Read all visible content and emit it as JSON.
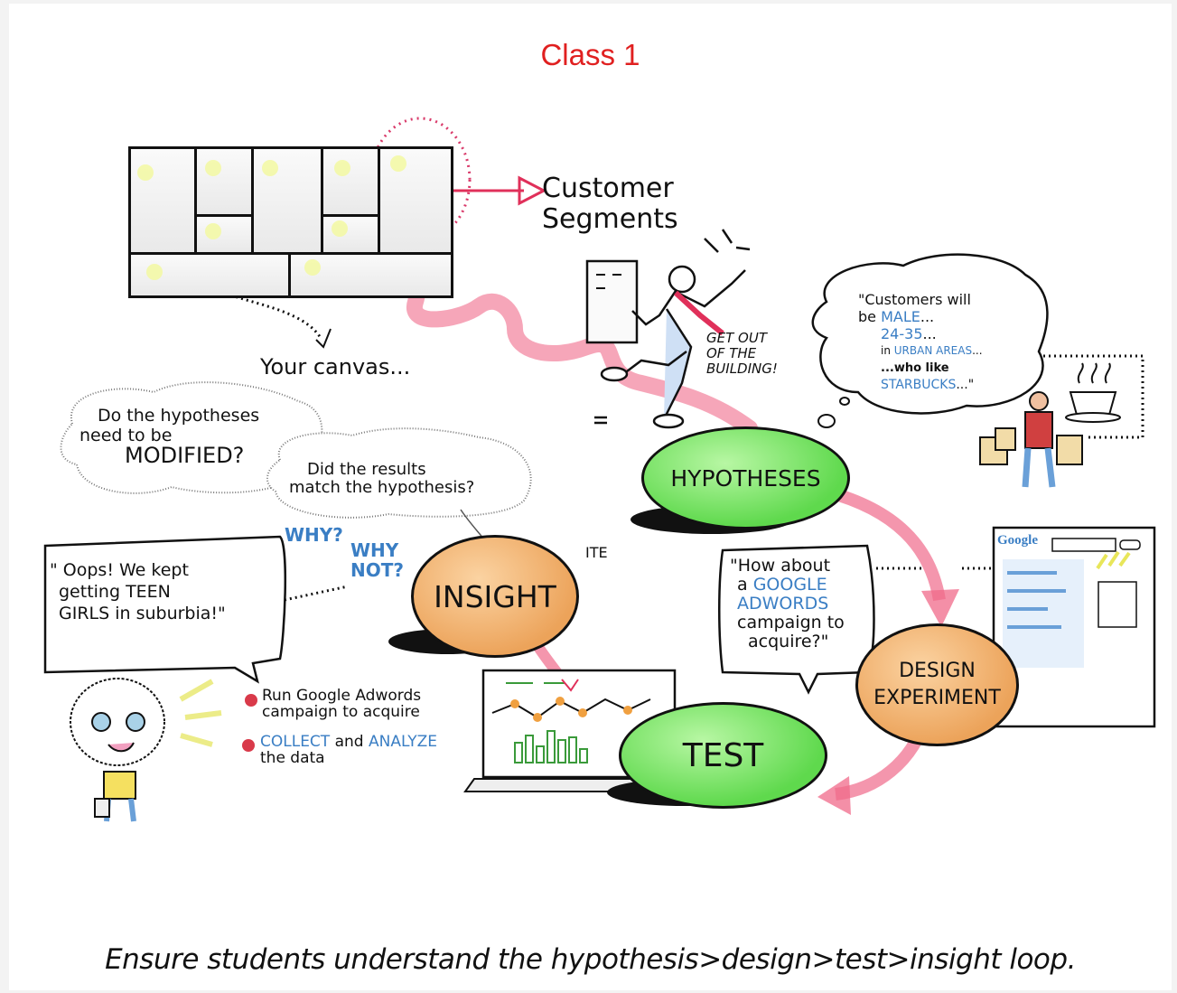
{
  "slide": {
    "title": "Class 1",
    "caption": "Ensure students understand the hypothesis>design>test>insight loop."
  },
  "canvas_label": "Your canvas...",
  "customer_segments": [
    "Customer",
    "Segments"
  ],
  "get_out": [
    "GET OUT",
    "OF THE",
    "BUILDING!"
  ],
  "customers_quote": {
    "l1": "\"Customers will",
    "l2_pre": "be ",
    "l2_blue": "MALE",
    "l2_post": "...",
    "l3_blue": "24-35",
    "l3_post": "...",
    "l4_pre": "in ",
    "l4_blue": "URBAN AREAS",
    "l4_post": "...",
    "l5": "...who like",
    "l6_blue": "STARBUCKS",
    "l6_post": "...\""
  },
  "loop": {
    "hypotheses": "HYPOTHESES",
    "design": [
      "DESIGN",
      "EXPERIMENT"
    ],
    "test": "TEST",
    "insight": "INSIGHT"
  },
  "bubbles": {
    "modified": [
      "Do the hypotheses",
      "need to be",
      "MODIFIED?"
    ],
    "results": [
      "Did the results",
      "match the hypothesis?"
    ],
    "why": "WHY?",
    "why_not": [
      "WHY",
      "NOT?"
    ],
    "oops": [
      "\" Oops! We kept",
      "getting TEEN",
      "GIRLS in suburbia!\""
    ],
    "google_quote": {
      "l1": "\"How about",
      "l2_pre": "a ",
      "l2_blue": "GOOGLE",
      "l3_blue": "ADWORDS",
      "l4": "campaign to",
      "l5": "acquire?\""
    }
  },
  "stray_label": "ITE",
  "google_logo": "Google",
  "bullets": {
    "b1": [
      "Run Google Adwords",
      "campaign to acquire"
    ],
    "b2_blue1": "COLLECT",
    "b2_mid": " and ",
    "b2_blue2": "ANALYZE",
    "b2_l2": "the data"
  },
  "colors": {
    "title_red": "#e02020",
    "node_green": "#5fd94d",
    "node_orange": "#eca35a",
    "arrow_pink": "#f06a8a",
    "highlight_blue": "#3a7ec4"
  }
}
